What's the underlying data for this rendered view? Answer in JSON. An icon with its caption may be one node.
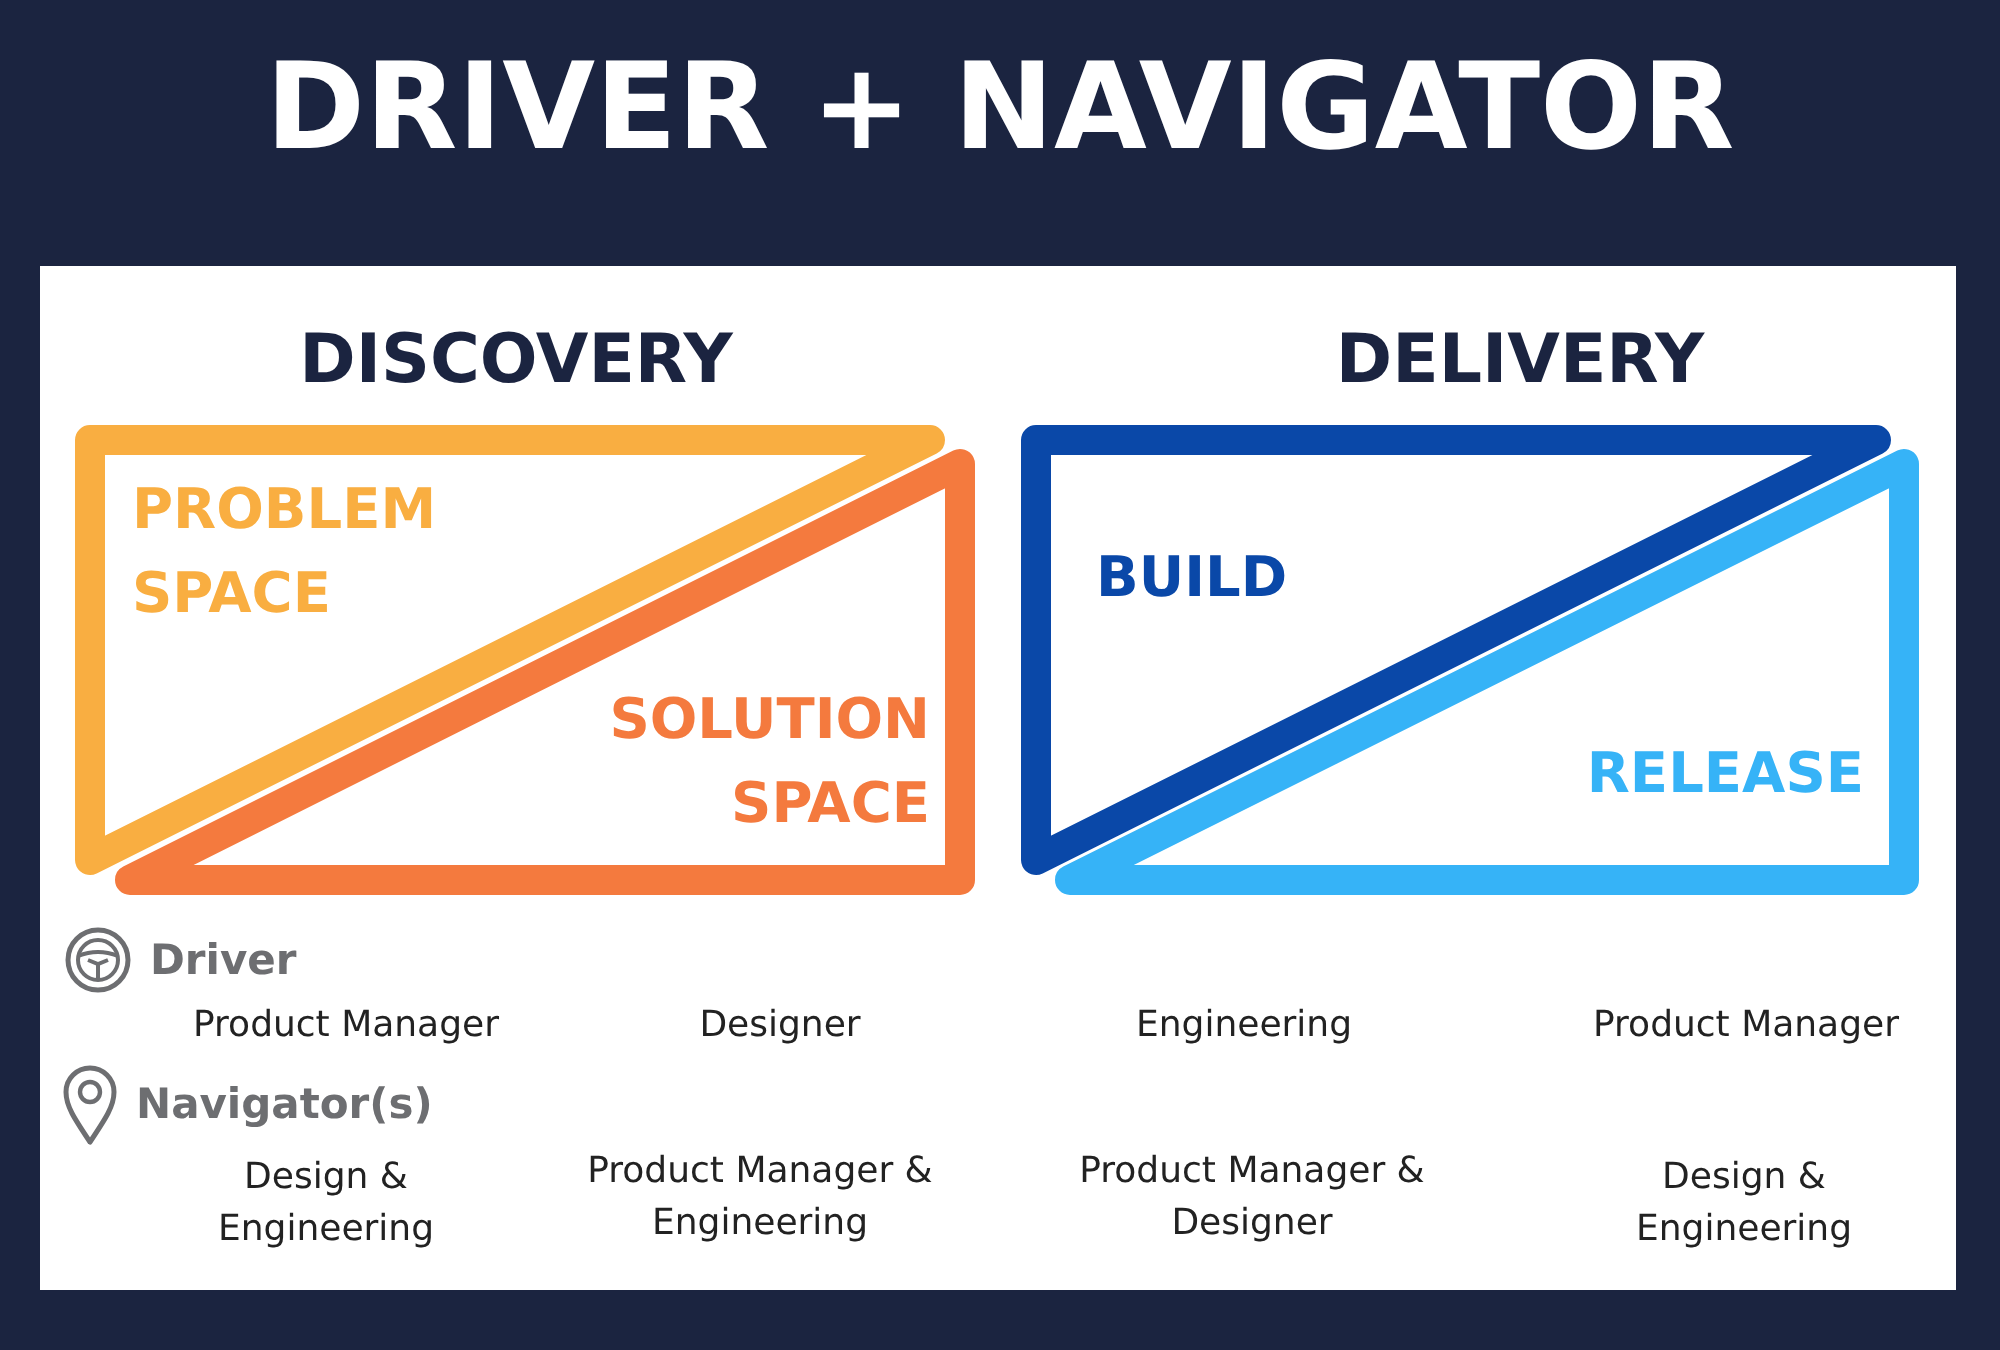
{
  "diagram": {
    "title": "DRIVER + NAVIGATOR",
    "nodes": [
      {
        "text": [
          "PROBLEM SPACE"
        ]
      },
      {
        "text": [
          "SOLUTION SPACE"
        ]
      },
      {
        "text": [
          "BUILD"
        ]
      },
      {
        "text": [
          "RELEASE"
        ]
      }
    ],
    "labels": [
      "DISCOVERY",
      "DELIVERY",
      "Driver",
      "Product Manager",
      "Designer",
      "Engineering",
      "Product Manager",
      "Navigator(s)",
      "Design & Engineering",
      "Product Manager & Engineering",
      "Product Manager & Designer",
      "Design & Engineering"
    ]
  }
}
